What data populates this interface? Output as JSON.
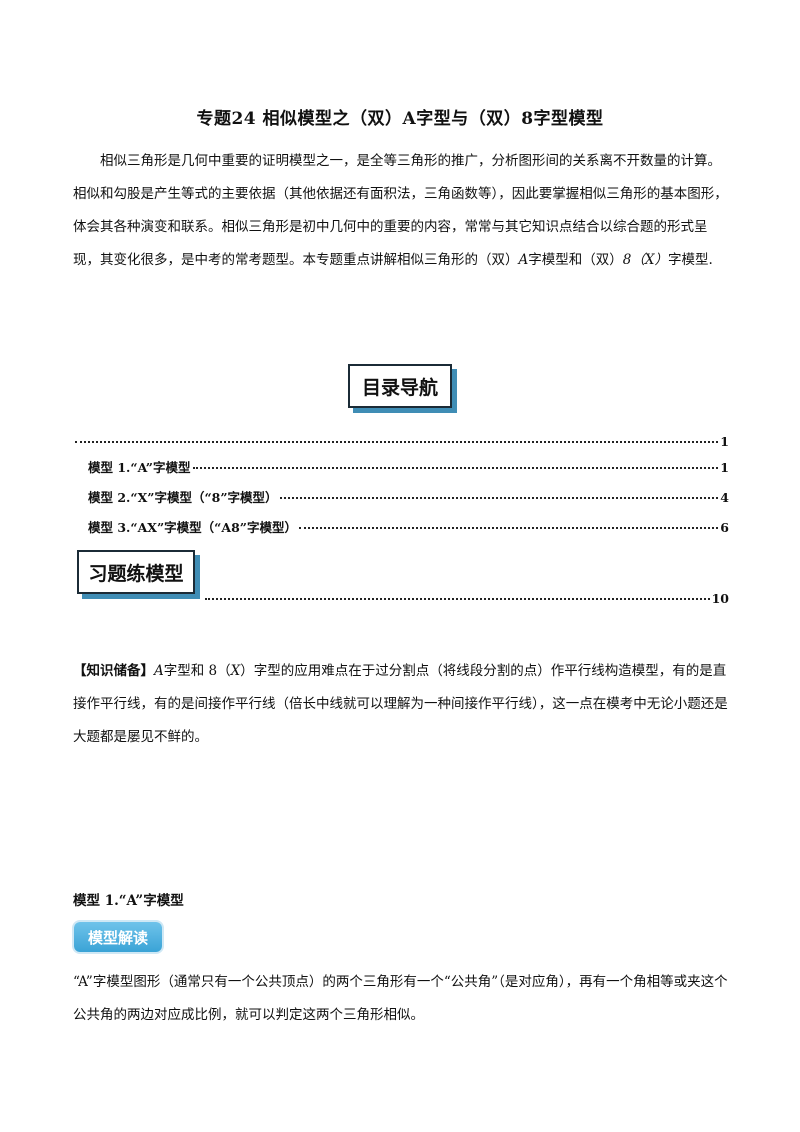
{
  "document": {
    "title": "专题24 相似模型之（双）A字型与（双）8字型模型",
    "intro": {
      "part1": "相似三角形是几何中重要的证明模型之一，是全等三角形的推广，分析图形间的关系离不开数量的计算。相似和勾股是产生等式的主要依据（其他依据还有面积法，三角函数等），因此要掌握相似三角形的基本图形，体会其各种演变和联系。相似三角形是初中几何中的重要的内容，常常与其它知识点结合以综合题的形式呈现，其变化很多，是中考的常考题型。本专题重点讲解相似三角形的（双）",
      "italic_a": "A",
      "part2": "字模型和（双）",
      "italic_8x": "8（X）",
      "part3": "字模型."
    },
    "toc_banner": "目录导航",
    "toc": [
      {
        "label": "",
        "page": "1"
      },
      {
        "label": "模型 1.“A”字模型",
        "page": "1"
      },
      {
        "label": "模型 2.“X”字模型（“8”字模型）",
        "page": "4"
      },
      {
        "label": "模型 3.“AX”字模型（“A8”字模型）",
        "page": "6"
      }
    ],
    "exercise_banner": "习题练模型",
    "exercise_toc": {
      "label": "",
      "page": "10"
    },
    "knowledge": {
      "tag": "【知识储备】",
      "italic_a": "A",
      "part1": "字型和 8（",
      "italic_x": "X",
      "part2": "）字型的应用难点在于过分割点（将线段分割的点）作平行线构造模型，有的是直接作平行线，有的是间接作平行线（倍长中线就可以理解为一种间接作平行线），这一点在模考中无论小题还是大题都是屡见不鲜的。"
    },
    "section1": {
      "heading": "模型 1.“A”字模型",
      "pill": "模型解读",
      "text": "“A”字模型图形（通常只有一个公共顶点）的两个三角形有一个“公共角”（是对应角），再有一个角相等或夹这个公共角的两边对应成比例，就可以判定这两个三角形相似。"
    }
  }
}
